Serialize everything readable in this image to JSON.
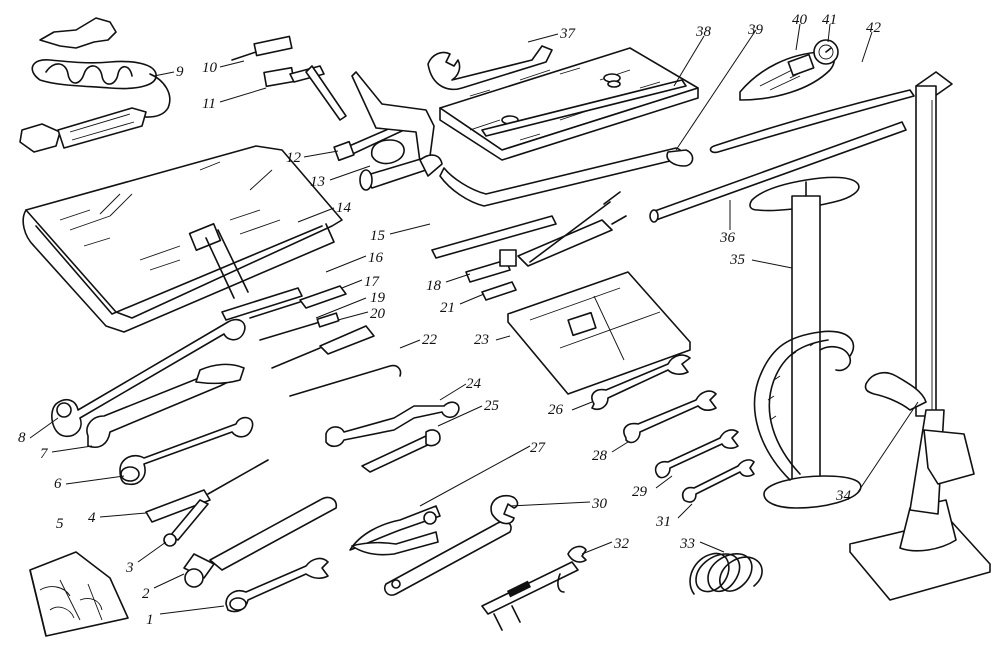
{
  "labels": [
    "1",
    "2",
    "3",
    "4",
    "5",
    "6",
    "7",
    "8",
    "9",
    "10",
    "11",
    "12",
    "13",
    "14",
    "15",
    "16",
    "17",
    "18",
    "19",
    "20",
    "21",
    "22",
    "23",
    "24",
    "25",
    "26",
    "27",
    "28",
    "29",
    "30",
    "31",
    "32",
    "33",
    "34",
    "35",
    "36",
    "37",
    "38",
    "39",
    "40",
    "41",
    "42"
  ]
}
